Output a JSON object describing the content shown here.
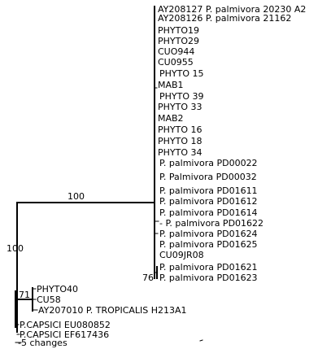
{
  "tree": {
    "taxa": [
      "AY208127 P. palmivora 20230 A2",
      "AY208126 P. palmivora 21162",
      "PHYTO19",
      "PHYTO29",
      "CUO944",
      "CU0955",
      "PHYTO 15",
      "MAB1",
      "PHYTO 39",
      "PHYTO 33",
      "MAB2",
      "PHYTO 16",
      "PHYTO 18",
      "PHYTO 34",
      "P. palmivora PD00022",
      "P. Palmivora PD00032",
      "P. palmivora PD01611",
      "P. palmivora PD01612",
      "P. palmivora PD01614",
      "- P. palmivora PD01622",
      "P. palmivora PD01624",
      "P. palmivora PD01625",
      "CU09JR08",
      "P. palmivora PD01621",
      "P. palmivora PD01623",
      "PHYTO40",
      "CU58",
      "AY207010 P. TROPICALIS H213A1",
      "P.CAPSICI EU080852",
      "P.CAPSICI EF617436"
    ],
    "support": {
      "palmivora_clade": "100",
      "inner_clade": "100",
      "tropicalis_clade": "71",
      "pd_clade": "76"
    },
    "scale_label": "-5 changes"
  }
}
